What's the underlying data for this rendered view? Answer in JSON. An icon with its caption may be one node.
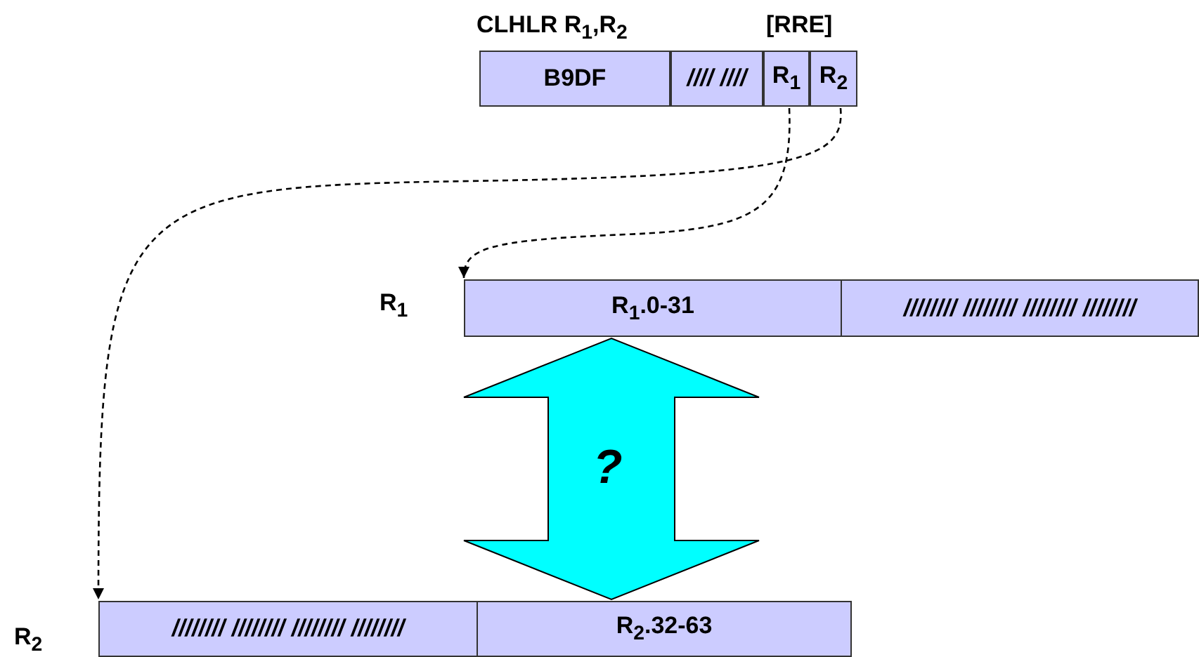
{
  "diagram": {
    "nodes": [
      {
        "text": [
          "B9DF"
        ]
      },
      {
        "text": [
          "//// ////"
        ]
      },
      {
        "text": [
          "R$_{1}$"
        ]
      },
      {
        "text": [
          "R$_{2}$"
        ]
      },
      {
        "text": [
          "R$_{1}$.0-31"
        ]
      },
      {
        "text": [
          "//////// //////// //////// ////////"
        ]
      },
      {
        "text": [
          "//////// //////// //////// ////////"
        ]
      },
      {
        "text": [
          "R$_{2}$.32-63"
        ]
      }
    ],
    "edges": [
      {
        "from": 2,
        "to": 4,
        "arrow": "to",
        "style": "dashed"
      },
      {
        "from": 3,
        "to": 6,
        "arrow": "to",
        "style": "dashed"
      },
      {
        "from": 4,
        "to": 7,
        "arrow": "both",
        "label": "?",
        "style": "thick",
        "color": "#00ffff"
      }
    ],
    "labels": [
      "CLHLR  R$_{1}$,R$_{2}$",
      "[RRE]",
      "R$_{1}$",
      "R$_{2}$"
    ]
  }
}
